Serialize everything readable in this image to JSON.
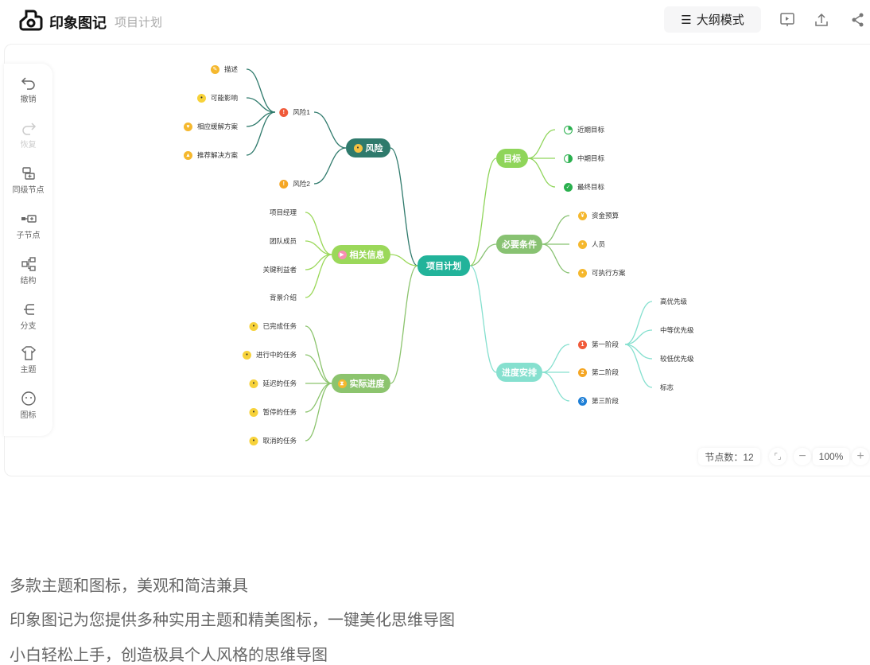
{
  "header": {
    "brand": "印象图记",
    "doc_title": "项目计划",
    "outline_mode": "大纲模式"
  },
  "toolbar": [
    {
      "label": "撤销",
      "icon": "undo-icon"
    },
    {
      "label": "恢复",
      "icon": "redo-icon"
    },
    {
      "label": "同级节点",
      "icon": "sibling-node-icon"
    },
    {
      "label": "子节点",
      "icon": "child-node-icon"
    },
    {
      "label": "结构",
      "icon": "structure-icon"
    },
    {
      "label": "分支",
      "icon": "branch-icon"
    },
    {
      "label": "主题",
      "icon": "theme-icon"
    },
    {
      "label": "图标",
      "icon": "emoji-icon"
    }
  ],
  "mindmap": {
    "root": "项目计划",
    "risk": {
      "label": "风险",
      "risk1": "风险1",
      "risk1_children": [
        "描述",
        "可能影响",
        "相应缓解方案",
        "推荐解决方案"
      ],
      "risk2": "风险2"
    },
    "info": {
      "label": "相关信息",
      "children": [
        "项目经理",
        "团队成员",
        "关键利益者",
        "背景介绍"
      ]
    },
    "progress": {
      "label": "实际进度",
      "children": [
        "已完成任务",
        "进行中的任务",
        "延迟的任务",
        "暂停的任务",
        "取消的任务"
      ]
    },
    "goals": {
      "label": "目标",
      "children": [
        "近期目标",
        "中期目标",
        "最终目标"
      ]
    },
    "requirements": {
      "label": "必要条件",
      "children": [
        "资金预算",
        "人员",
        "可执行方案"
      ]
    },
    "schedule": {
      "label": "进度安排",
      "children": [
        "第一阶段",
        "第二阶段",
        "第三阶段"
      ],
      "phase1_children": [
        "高优先级",
        "中等优先级",
        "较低优先级",
        "标志"
      ],
      "phase_numbers": [
        "1",
        "2",
        "3"
      ]
    }
  },
  "status": {
    "node_count": "节点数：12",
    "zoom": "100%"
  },
  "footer": [
    "多款主题和图标，美观和简洁兼具",
    "印象图记为您提供多种实用主题和精美图标，一键美化思维导图",
    "小白轻松上手，创造极具个人风格的思维导图"
  ],
  "colors": {
    "root": "#22b39a",
    "risk": "#2f7a6c",
    "info": "#9bd85a",
    "progress": "#8cc46e",
    "goals": "#8fd55a",
    "requirements": "#88c272",
    "schedule": "#86e0cf"
  }
}
